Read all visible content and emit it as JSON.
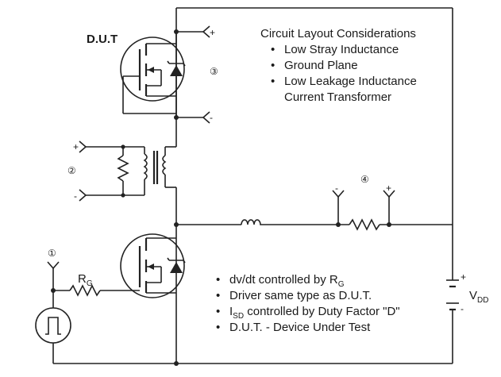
{
  "device_label": "D.U.T",
  "considerations": {
    "title": "Circuit Layout Considerations",
    "items": [
      "Low Stray Inductance",
      "Ground Plane",
      "Low Leakage Inductance",
      "Current Transformer"
    ]
  },
  "notes": {
    "item1_prefix": "dv/dt controlled by R",
    "item1_sub": "G",
    "item2": "Driver same type as D.U.T.",
    "item3_main": "I",
    "item3_sub": "SD",
    "item3_rest": " controlled by Duty Factor \"D\"",
    "item4": "D.U.T. - Device Under Test"
  },
  "markers": {
    "one": "①",
    "two": "②",
    "three": "③",
    "four": "④"
  },
  "terminals": {
    "plus": "+",
    "minus": "-"
  },
  "gate_resistor": {
    "main": "R",
    "sub": "G"
  },
  "supply": {
    "main": "V",
    "sub": "DD",
    "plus": "+",
    "minus": "-"
  }
}
